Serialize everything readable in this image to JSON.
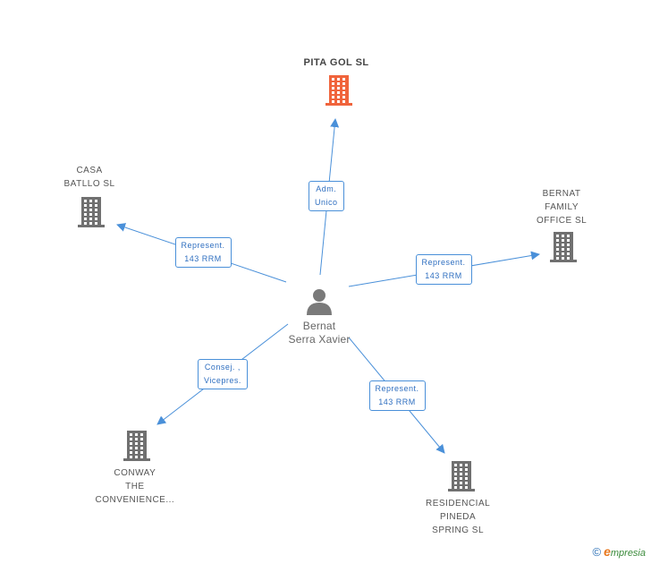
{
  "colors": {
    "edge": "#4a90d9",
    "main_company": "#f0643c",
    "company": "#707070",
    "person": "#7a7a7a"
  },
  "person": {
    "lines": [
      "Bernat",
      "Serra Xavier"
    ],
    "icon": "person-icon"
  },
  "companies": [
    {
      "id": "pitagol",
      "lines": [
        "PITA GOL SL"
      ],
      "main": true,
      "icon": "building-icon"
    },
    {
      "id": "casa-batllo",
      "lines": [
        "CASA",
        "BATLLO SL"
      ],
      "main": false,
      "icon": "building-icon"
    },
    {
      "id": "bernat-family",
      "lines": [
        "BERNAT",
        "FAMILY",
        "OFFICE SL"
      ],
      "main": false,
      "icon": "building-icon"
    },
    {
      "id": "conway",
      "lines": [
        "CONWAY",
        "THE",
        "CONVENIENCE..."
      ],
      "main": false,
      "icon": "building-icon"
    },
    {
      "id": "residencial",
      "lines": [
        "RESIDENCIAL",
        "PINEDA",
        "SPRING SL"
      ],
      "main": false,
      "icon": "building-icon"
    }
  ],
  "relations": [
    {
      "to": "pitagol",
      "lines": [
        "Adm.",
        "Unico"
      ]
    },
    {
      "to": "casa-batllo",
      "lines": [
        "Represent.",
        "143 RRM"
      ]
    },
    {
      "to": "bernat-family",
      "lines": [
        "Represent.",
        "143 RRM"
      ]
    },
    {
      "to": "conway",
      "lines": [
        "Consej. ,",
        "Vicepres."
      ]
    },
    {
      "to": "residencial",
      "lines": [
        "Represent.",
        "143 RRM"
      ]
    }
  ],
  "watermark": {
    "copyright": "©",
    "brand_initial": "e",
    "brand_rest": "mpresia"
  }
}
